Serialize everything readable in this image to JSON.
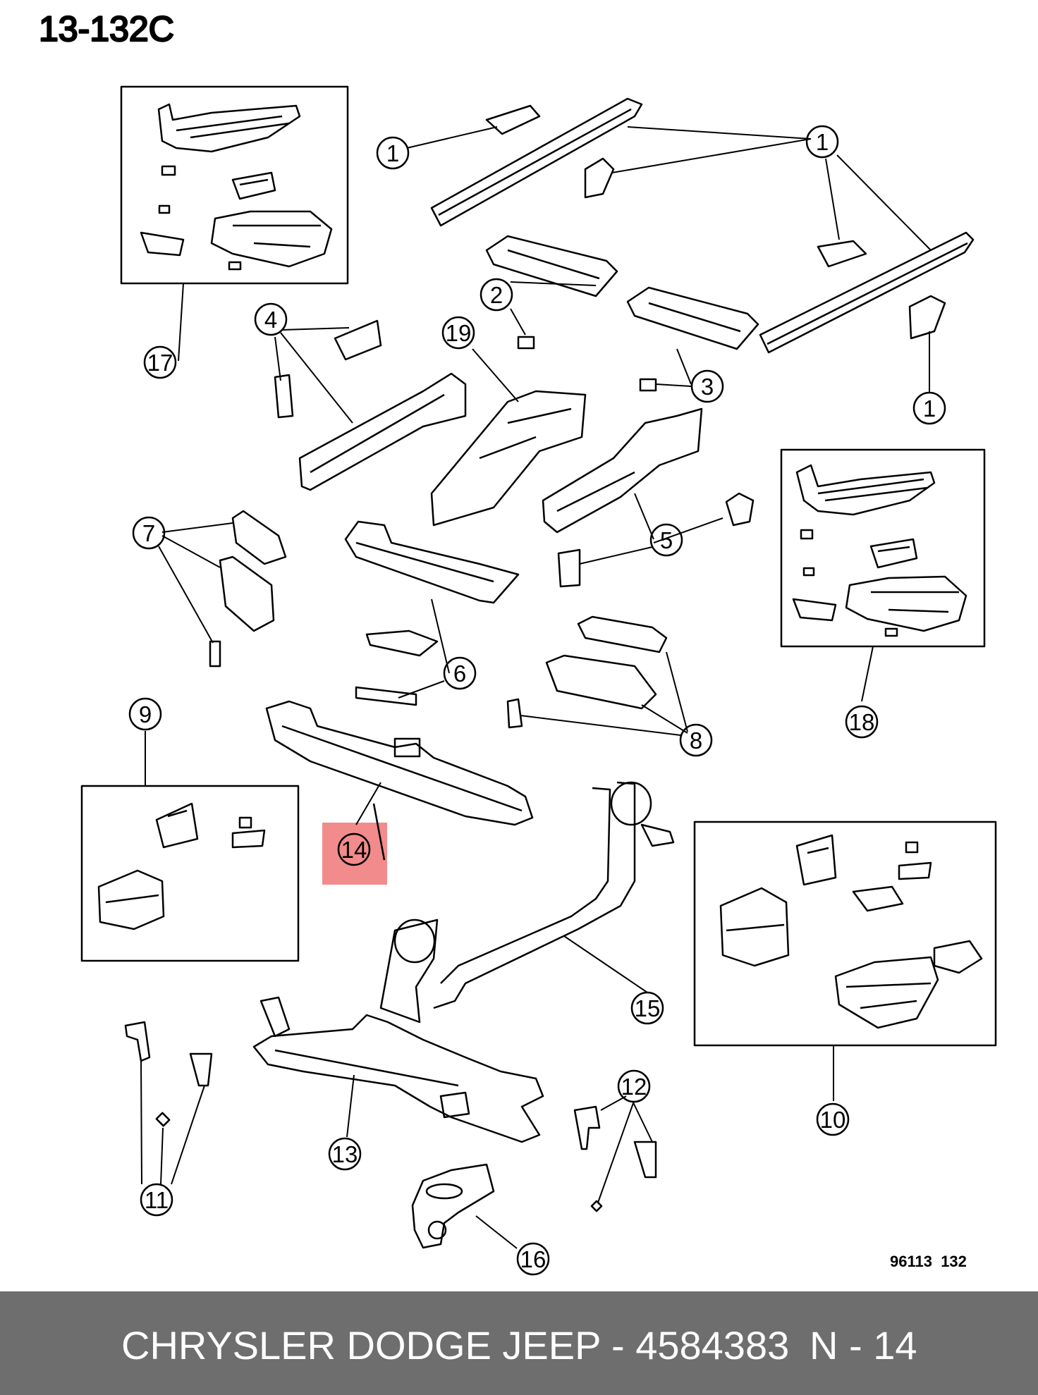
{
  "header": {
    "diagram_code": "13-132C"
  },
  "drawing_code": "96113  132",
  "highlight_color": "#f28b8b",
  "callouts": [
    {
      "id": "c1a",
      "label": "1"
    },
    {
      "id": "c1b",
      "label": "1"
    },
    {
      "id": "c1c",
      "label": "1"
    },
    {
      "id": "c2",
      "label": "2"
    },
    {
      "id": "c3",
      "label": "3"
    },
    {
      "id": "c4",
      "label": "4"
    },
    {
      "id": "c5",
      "label": "5"
    },
    {
      "id": "c6",
      "label": "6"
    },
    {
      "id": "c7",
      "label": "7"
    },
    {
      "id": "c8",
      "label": "8"
    },
    {
      "id": "c9",
      "label": "9"
    },
    {
      "id": "c10",
      "label": "10"
    },
    {
      "id": "c11",
      "label": "11"
    },
    {
      "id": "c12",
      "label": "12"
    },
    {
      "id": "c13",
      "label": "13"
    },
    {
      "id": "c14",
      "label": "14",
      "highlighted": true
    },
    {
      "id": "c15",
      "label": "15"
    },
    {
      "id": "c16",
      "label": "16"
    },
    {
      "id": "c17",
      "label": "17"
    },
    {
      "id": "c18",
      "label": "18"
    },
    {
      "id": "c19",
      "label": "19"
    }
  ],
  "footer": {
    "part_text": "CHRYSLER DODGE JEEP - 4584383",
    "page_text": "N - 14"
  }
}
